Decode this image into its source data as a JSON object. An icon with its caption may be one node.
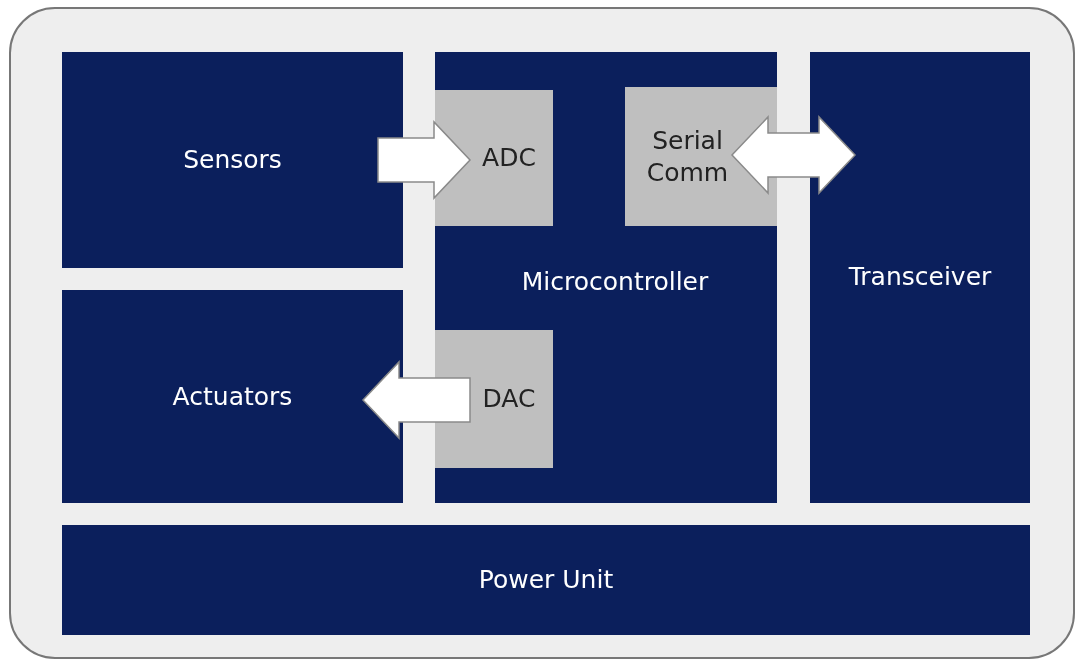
{
  "diagram": {
    "nodes": [
      {
        "text": [
          "Sensors"
        ]
      },
      {
        "text": [
          "Actuators"
        ]
      },
      {
        "text": [
          "Microcontroller"
        ]
      },
      {
        "text": [
          "ADC"
        ],
        "in": 2
      },
      {
        "text": [
          "Serial Comm"
        ],
        "in": 2
      },
      {
        "text": [
          "DAC"
        ],
        "in": 2
      },
      {
        "text": [
          "Transceiver"
        ]
      },
      {
        "text": [
          "Power Unit"
        ]
      }
    ],
    "edges": [
      {
        "from": 0,
        "to": 3,
        "arrow": "to"
      },
      {
        "from": 5,
        "to": 1,
        "arrow": "to"
      },
      {
        "from": 4,
        "to": 6,
        "arrow": "both"
      }
    ]
  }
}
